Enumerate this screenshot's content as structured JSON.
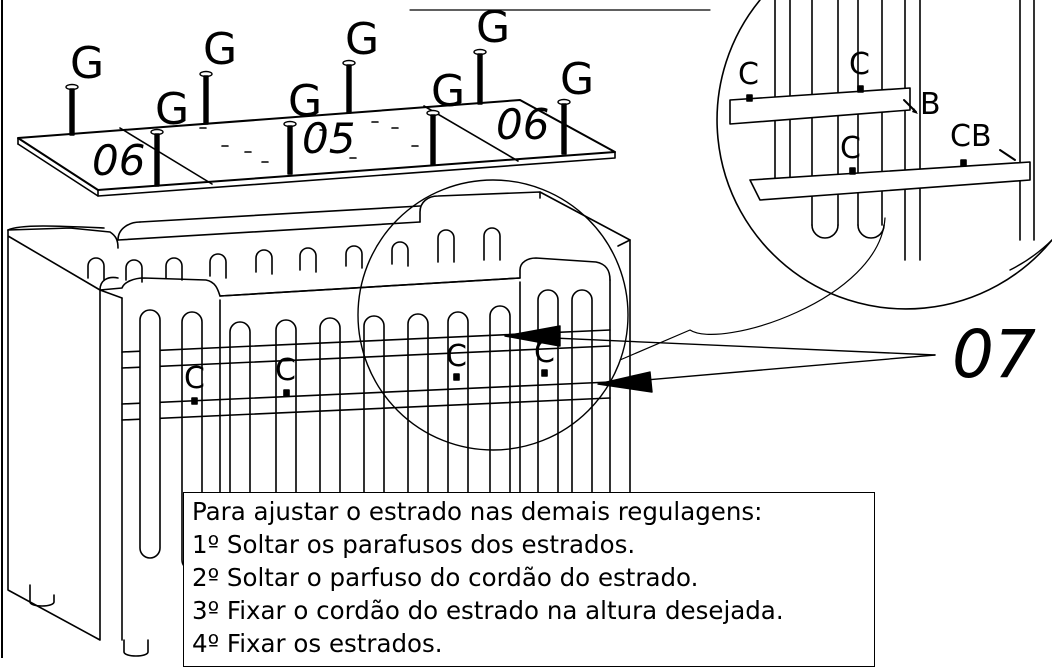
{
  "labels": {
    "screw_g": "G",
    "connector_c": "C",
    "bolt_b": "B",
    "combo_cb": "CB",
    "part_06": "06",
    "part_05": "05",
    "part_07": "07"
  },
  "note": {
    "lines": [
      "Para ajustar o estrado nas demais regulagens:",
      "1º Soltar os parafusos dos estrados.",
      "2º Soltar o parfuso do cordão do estrado.",
      "3º Fixar o cordão do estrado na altura desejada.",
      "4º Fixar os estrados."
    ]
  },
  "colors": {
    "line": "#000000",
    "background": "#ffffff"
  }
}
